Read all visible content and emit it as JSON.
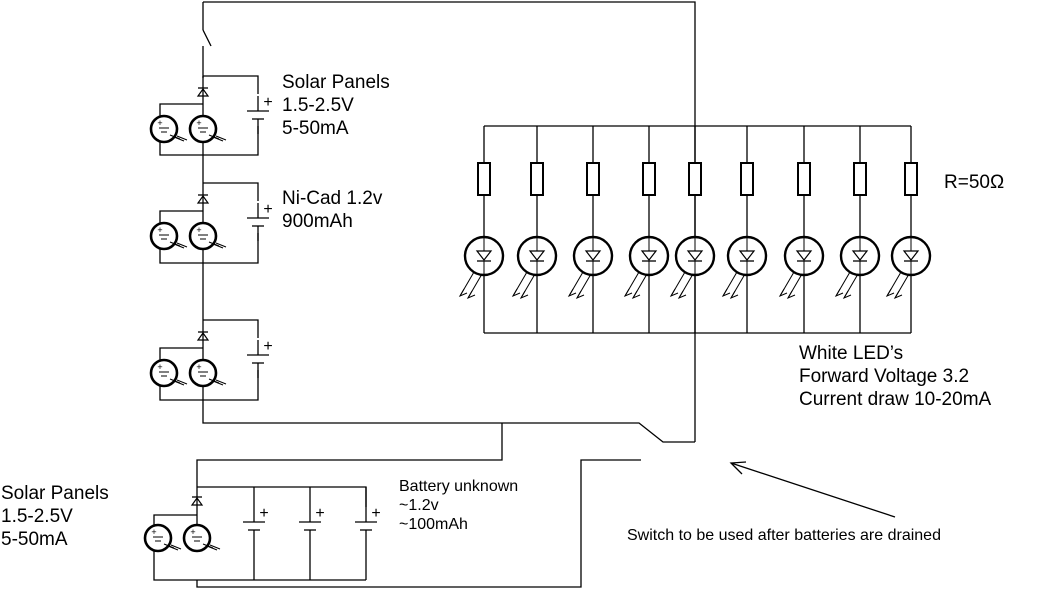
{
  "labels": {
    "solar_top": [
      "Solar Panels",
      "1.5-2.5V",
      "5-50mA"
    ],
    "nicad": [
      "Ni-Cad 1.2v",
      "900mAh"
    ],
    "resistor": "R=50Ω",
    "led": [
      "White LED’s",
      "Forward Voltage 3.2",
      "Current draw 10-20mA"
    ],
    "solar_bottom": [
      "Solar Panels",
      "1.5-2.5V",
      "5-50mA"
    ],
    "battery_unknown": [
      "Battery unknown",
      "~1.2v",
      "~100mAh"
    ],
    "switch_note": "Switch to be used after batteries are drained"
  },
  "symbols": {
    "plus": "+",
    "solar_panel_count_per_unit": 2,
    "led_count": 9,
    "resistor_count": 9
  }
}
